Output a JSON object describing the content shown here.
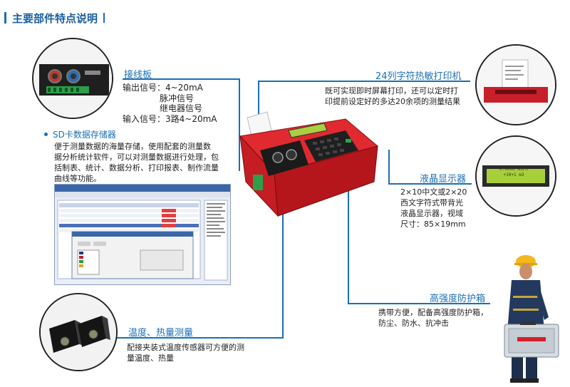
{
  "header": {
    "title": "主要部件特点说明"
  },
  "terminal": {
    "title": "接线板",
    "output_label": "输出信号：",
    "output_val1": "4~20mA",
    "output_val2": "脉冲信号",
    "output_val3": "继电器信号",
    "input_line": "输入信号：3路4~20mA"
  },
  "sd": {
    "title": "SD卡数据存储器",
    "desc": [
      "便于测量数据的海量存储，使用配套的测量数",
      "据分析统计软件，可以对测量数据进行处理，包",
      "括制表、统计、数据分析、打印报表、制作流量",
      "曲线等功能。"
    ]
  },
  "printer": {
    "title": "24列字符热敏打印机",
    "desc": [
      "既可实现即时屏幕打印，还可以定时打",
      "印提前设定好的多达20余项的测量结果"
    ]
  },
  "lcd": {
    "title": "液晶显示器",
    "desc": [
      "2×10中文或2×20",
      "西文字符式带背光",
      "液晶显示器，视域",
      "尺寸：85×19mm"
    ],
    "screen_line1": "0.0000 m3/h",
    "screen_line2": "+10+1 m3"
  },
  "box": {
    "title": "高强度防护箱",
    "desc": [
      "携带方便，配备高强度防护箱，",
      "防尘、防水、抗冲击"
    ]
  },
  "temp": {
    "title": "温度、热量测量",
    "desc": [
      "配接夹装式温度传感器可方便的测",
      "量温度、热量"
    ]
  },
  "colors": {
    "accent": "#1a6fb5",
    "device_red": "#d3202a",
    "lcd_green": "#9ec83a"
  }
}
